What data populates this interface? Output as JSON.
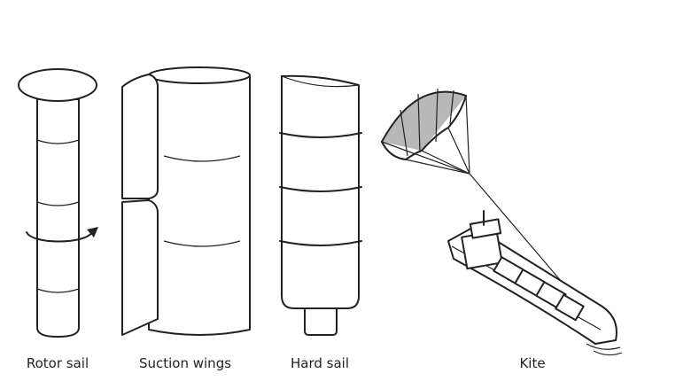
{
  "labels": {
    "rotor": "Rotor sail",
    "suction": "Suction wings",
    "hard": "Hard sail",
    "kite": "Kite"
  },
  "colors": {
    "stroke": "#222222",
    "kite_shade": "#b8b8b8",
    "background": "#ffffff"
  }
}
